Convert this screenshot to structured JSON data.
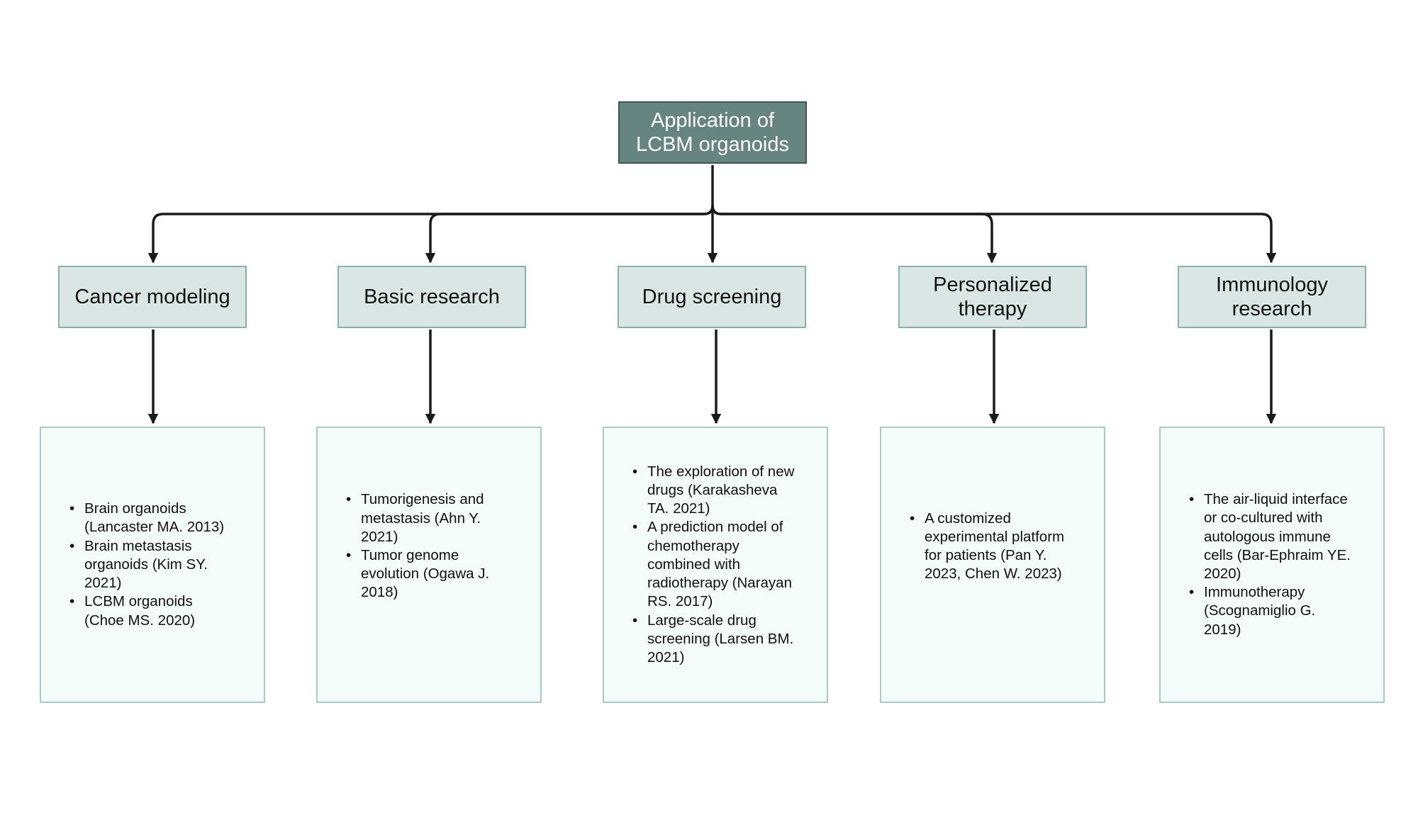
{
  "root": {
    "label": "Application of LCBM organoids"
  },
  "branches": [
    {
      "label": "Cancer modeling",
      "items": [
        "Brain organoids (Lancaster MA. 2013)",
        "Brain metastasis organoids (Kim SY. 2021)",
        "LCBM organoids (Choe MS. 2020)"
      ]
    },
    {
      "label": "Basic research",
      "items": [
        "Tumorigenesis and metastasis (Ahn Y. 2021)",
        "Tumor genome evolution (Ogawa J. 2018)"
      ]
    },
    {
      "label": "Drug screening",
      "items": [
        "The exploration of new drugs (Karakasheva TA. 2021)",
        "A prediction model of chemotherapy combined with radiotherapy (Narayan RS. 2017)",
        "Large-scale drug screening (Larsen BM. 2021)"
      ]
    },
    {
      "label": "Personalized therapy",
      "items": [
        "A customized experimental platform for patients (Pan Y. 2023, Chen W. 2023)"
      ]
    },
    {
      "label": "Immunology research",
      "items": [
        "The air-liquid interface or co-cultured with autologous immune cells (Bar-Ephraim YE. 2020)",
        "Immunotherapy (Scognamiglio G. 2019)"
      ]
    }
  ],
  "colors": {
    "root_fill": "#678580",
    "root_border": "#3e5652",
    "branch_fill": "#d9e6e3",
    "branch_border": "#86b3ab",
    "detail_fill": "#f4fcfa",
    "detail_border": "#a8ccc5",
    "connector": "#1a1a1a"
  },
  "icons": {
    "bullet": "•",
    "arrowhead": "arrow-down-icon"
  }
}
